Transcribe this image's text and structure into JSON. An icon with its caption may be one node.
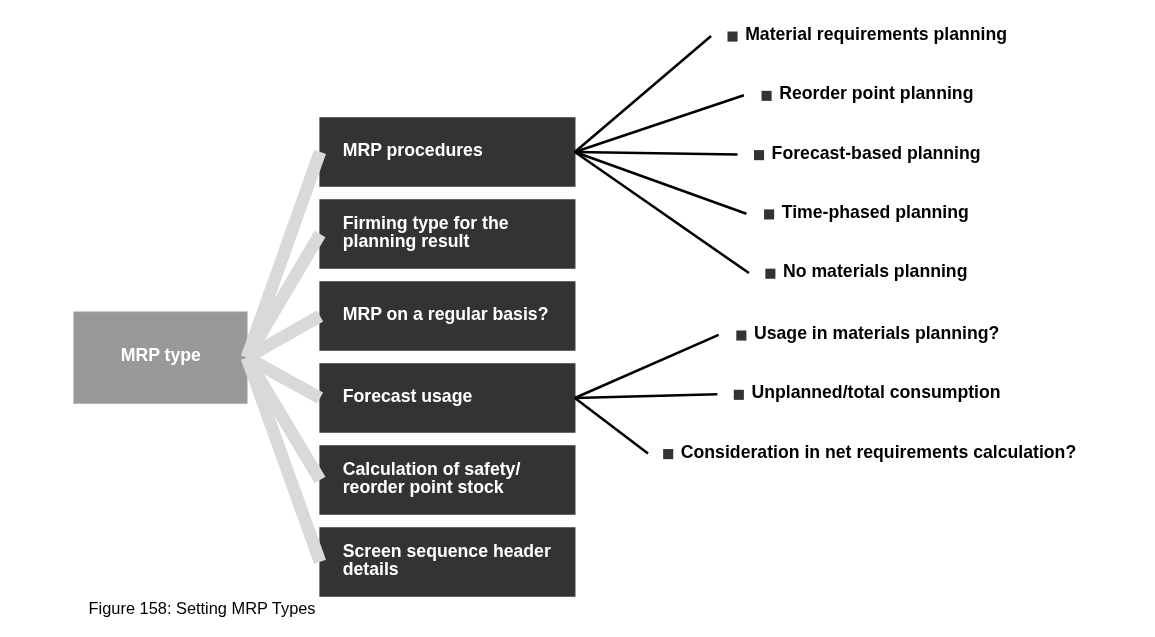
{
  "diagram": {
    "caption": "Figure 158: Setting MRP Types",
    "nodes": [
      {
        "text": [
          "MRP type"
        ]
      },
      {
        "text": [
          "MRP procedures"
        ]
      },
      {
        "text": [
          "Firming type for the planning result"
        ]
      },
      {
        "text": [
          "MRP on a regular basis?"
        ]
      },
      {
        "text": [
          "Forecast usage"
        ]
      },
      {
        "text": [
          "Calculation of safety/ reorder point stock"
        ]
      },
      {
        "text": [
          "Screen sequence header details"
        ]
      },
      {
        "text": [
          "Material requirements planning"
        ]
      },
      {
        "text": [
          "Reorder point planning"
        ]
      },
      {
        "text": [
          "Forecast-based planning"
        ]
      },
      {
        "text": [
          "Time-phased planning"
        ]
      },
      {
        "text": [
          "No materials planning"
        ]
      },
      {
        "text": [
          "Usage in materials planning?"
        ]
      },
      {
        "text": [
          "Unplanned/total consumption"
        ]
      },
      {
        "text": [
          "Consideration in net requirements calculation?"
        ]
      }
    ],
    "edges": [
      {
        "from": 0,
        "to": 1,
        "arrow": "none",
        "style": "thick",
        "color": "#d9d9d9"
      },
      {
        "from": 0,
        "to": 2,
        "arrow": "none",
        "style": "thick",
        "color": "#d9d9d9"
      },
      {
        "from": 0,
        "to": 3,
        "arrow": "none",
        "style": "thick",
        "color": "#d9d9d9"
      },
      {
        "from": 0,
        "to": 4,
        "arrow": "none",
        "style": "thick",
        "color": "#d9d9d9"
      },
      {
        "from": 0,
        "to": 5,
        "arrow": "none",
        "style": "thick",
        "color": "#d9d9d9"
      },
      {
        "from": 0,
        "to": 6,
        "arrow": "none",
        "style": "thick",
        "color": "#d9d9d9"
      },
      {
        "from": 1,
        "to": 7,
        "arrow": "none"
      },
      {
        "from": 1,
        "to": 8,
        "arrow": "none"
      },
      {
        "from": 1,
        "to": 9,
        "arrow": "none"
      },
      {
        "from": 1,
        "to": 10,
        "arrow": "none"
      },
      {
        "from": 1,
        "to": 11,
        "arrow": "none"
      },
      {
        "from": 4,
        "to": 12,
        "arrow": "none"
      },
      {
        "from": 4,
        "to": 13,
        "arrow": "none"
      },
      {
        "from": 4,
        "to": 14,
        "arrow": "none"
      }
    ]
  }
}
